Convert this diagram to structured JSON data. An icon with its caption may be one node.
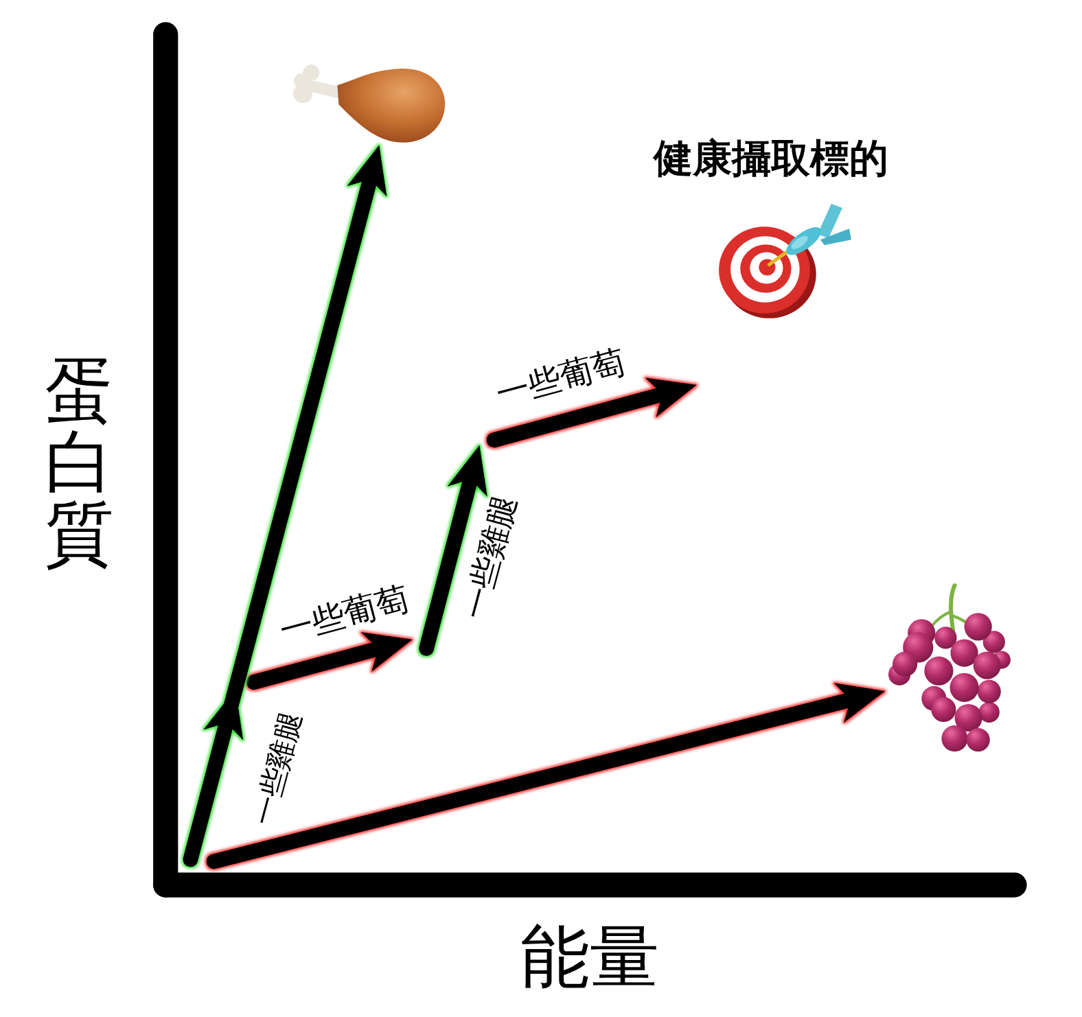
{
  "diagram": {
    "nodes": [
      {
        "text": [],
        "shape": "picture"
      },
      {
        "text": [
          "健康攝取標的"
        ]
      },
      {
        "text": [],
        "shape": "picture"
      }
    ],
    "edges": [
      {
        "from": null,
        "to": 0,
        "arrow": "to"
      },
      {
        "from": null,
        "to": 2,
        "arrow": "to"
      }
    ],
    "labels": [
      "一些葡萄",
      "蛋白質",
      "一些雞腿",
      "一些葡萄",
      "一些雞腿",
      "能量"
    ]
  }
}
